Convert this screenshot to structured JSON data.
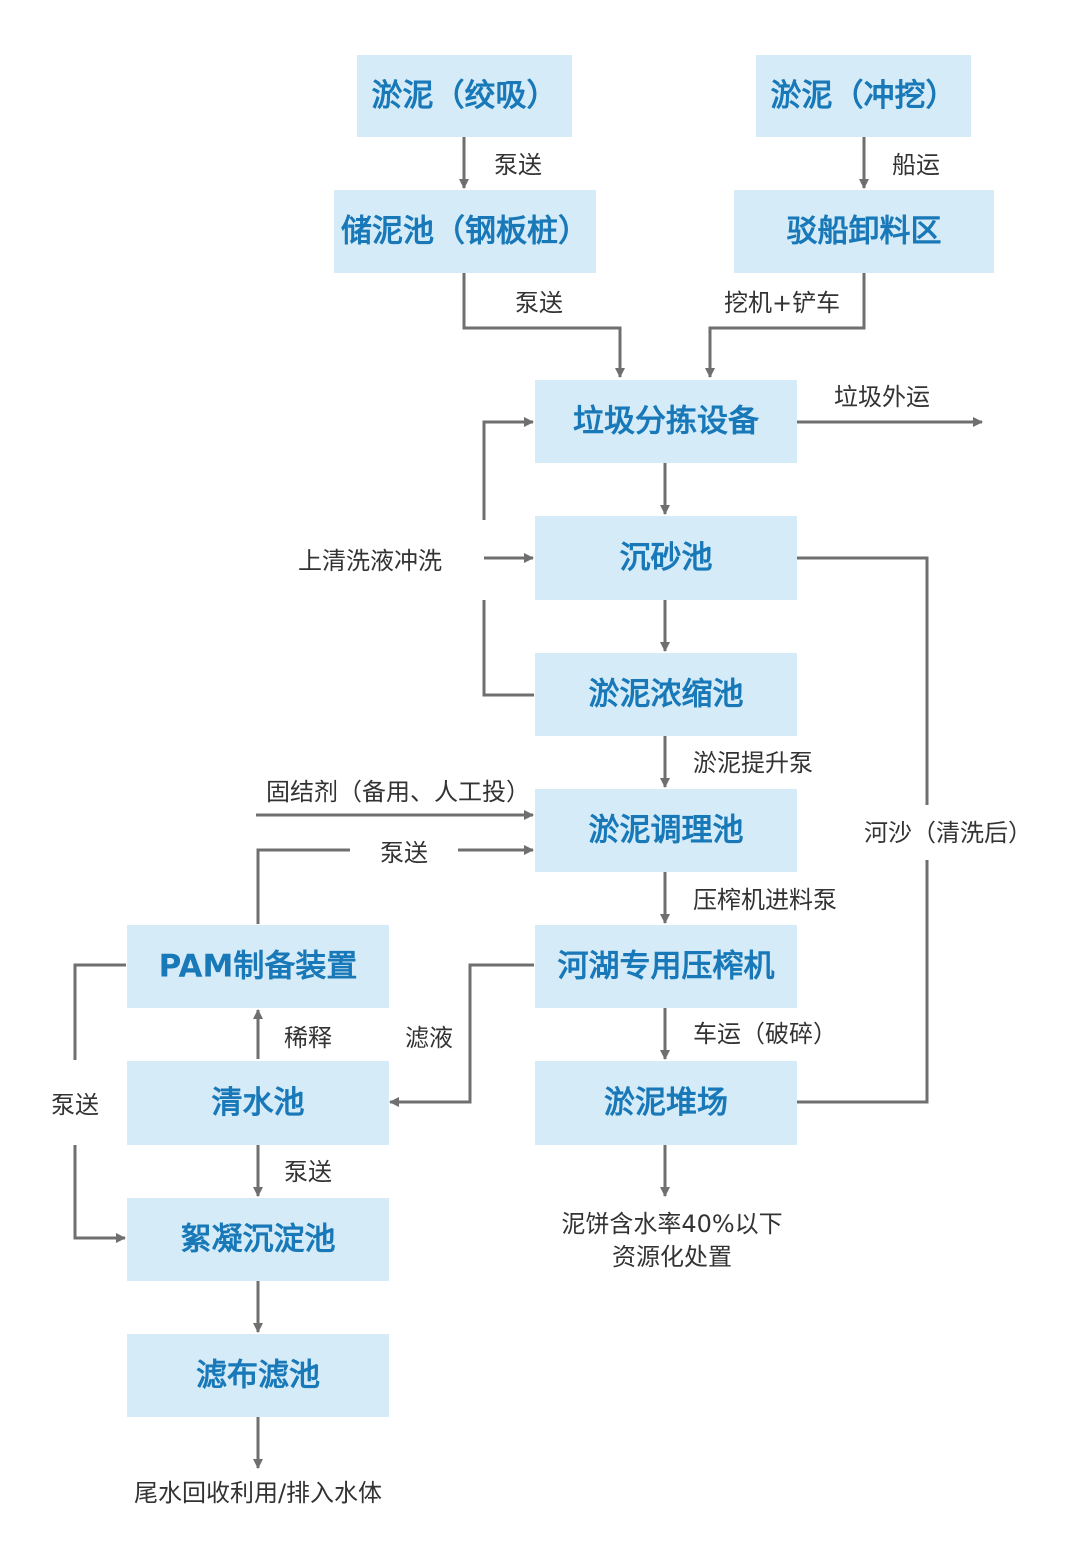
{
  "colors": {
    "box_fill": "#d5ecf8",
    "box_text": "#1878b8",
    "line": "#6f6f6f",
    "label_text": "#333333"
  },
  "boxes": {
    "sludge_cutter": "淤泥（绞吸）",
    "sludge_dredge": "淤泥（冲挖）",
    "storage_pond": "储泥池（钢板桩）",
    "barge_unload": "驳船卸料区",
    "garbage_sort": "垃圾分拣设备",
    "grit_chamber": "沉砂池",
    "thickener": "淤泥浓缩池",
    "conditioning": "淤泥调理池",
    "pam_unit": "PAM制备装置",
    "filter_press": "河湖专用压榨机",
    "clear_pond": "清水池",
    "sludge_yard": "淤泥堆场",
    "flocculation": "絮凝沉淀池",
    "cloth_filter": "滤布滤池"
  },
  "labels": {
    "pump_1": "泵送",
    "ship": "船运",
    "pump_2": "泵送",
    "excavator": "挖机+铲车",
    "garbage_out": "垃圾外运",
    "wash": "上清洗液冲洗",
    "lift_pump": "淤泥提升泵",
    "curing_agent": "固结剂（备用、人工投）",
    "pump_3": "泵送",
    "river_sand": "河沙（清洗后）",
    "feed_pump": "压榨机进料泵",
    "dilute": "稀释",
    "filtrate": "滤液",
    "pump_left": "泵送",
    "truck": "车运（破碎）",
    "pump_4": "泵送",
    "cake_line1": "泥饼含水率40%以下",
    "cake_line2": "资源化处置",
    "tail_water": "尾水回收利用/排入水体"
  }
}
